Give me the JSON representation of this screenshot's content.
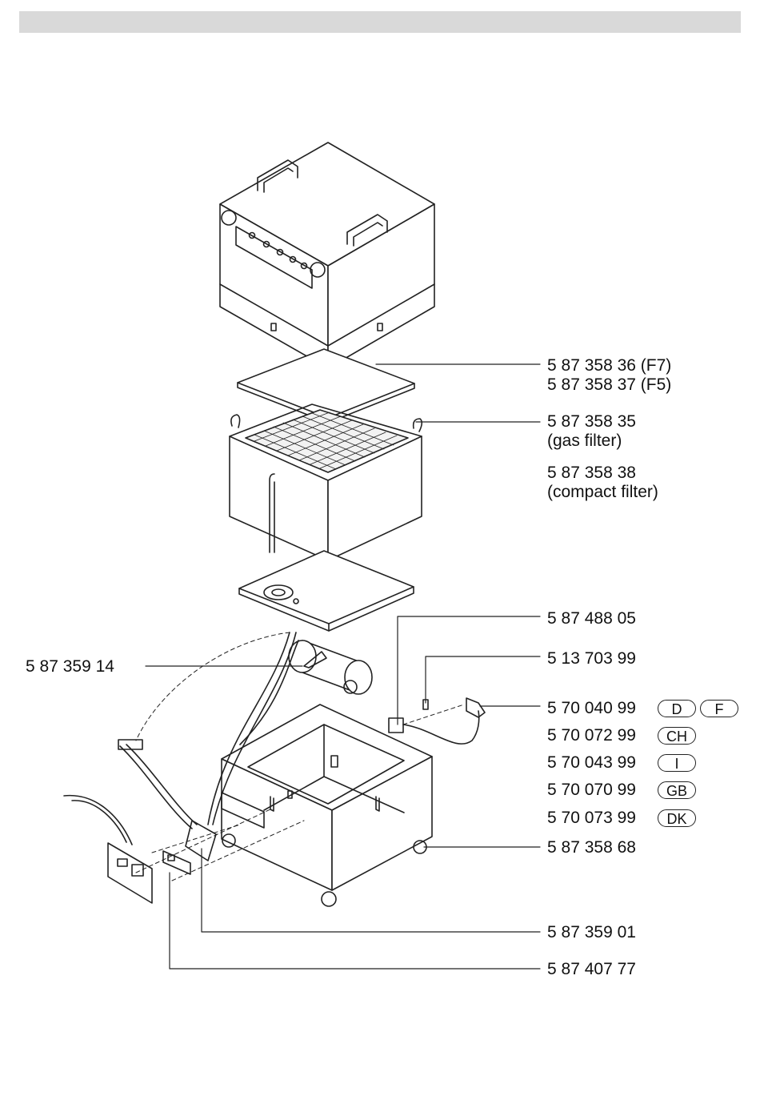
{
  "labels": {
    "filter_f7": "5 87 358 36 (F7)",
    "filter_f5": "5 87 358 37 (F5)",
    "gas_filter_part": "5 87 358 35",
    "gas_filter_desc": "(gas filter)",
    "compact_filter_part": "5 87 358 38",
    "compact_filter_desc": "(compact filter)",
    "part_48805": "5 87 488 05",
    "part_35914": "5 87 359 14",
    "part_70399": "5 13 703 99",
    "cord_d_f": "5 70 040 99",
    "cord_ch": "5 70 072 99",
    "cord_i": "5 70 043 99",
    "cord_gb": "5 70 070 99",
    "cord_dk": "5 70 073 99",
    "part_35868": "5 87 358 68",
    "part_35901": "5 87 359 01",
    "part_40777": "5 87 407 77"
  },
  "country_codes": {
    "d": "D",
    "f": "F",
    "ch": "CH",
    "i": "I",
    "gb": "GB",
    "dk": "DK"
  }
}
